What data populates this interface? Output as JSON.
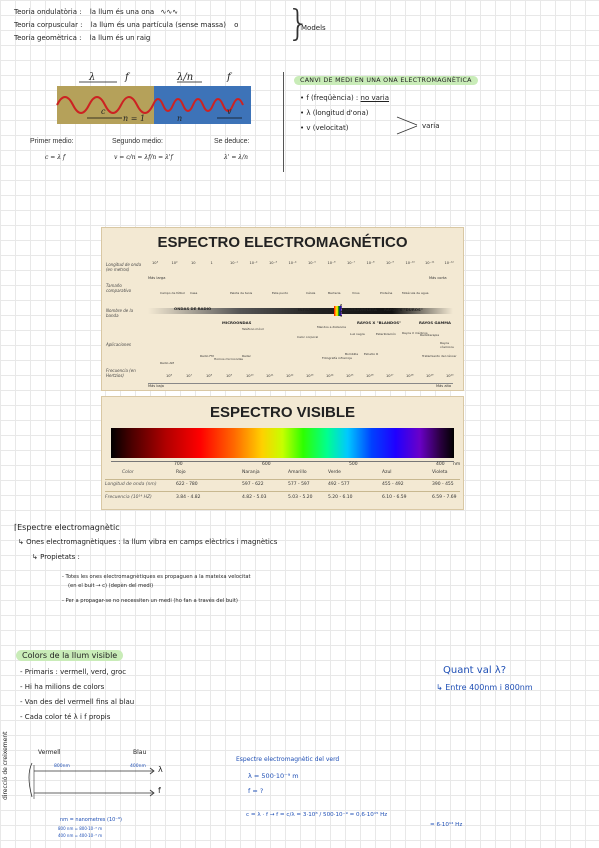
{
  "theories": [
    {
      "name": "Teoria ondulatòria :",
      "text": "la llum és una ona"
    },
    {
      "name": "Teoria corpuscular :",
      "text": "la llum és una partícula (sense massa)"
    },
    {
      "name": "Teoria geomètrica :",
      "text": "la llum és un raig"
    }
  ],
  "models_label": "Models",
  "or_symbol": "o",
  "wave_diagram": {
    "lambda": "λ",
    "f1": "f",
    "lambda_n": "λ/n",
    "f2": "f",
    "c": "c",
    "n_eq_1": "n = 1",
    "n": "n",
    "v": "v",
    "col1_title": "Primer medio:",
    "col1_eq": "c = λ f",
    "col2_title": "Segundo medio:",
    "col2_eq": "v = c/n = λf/n = λ'f",
    "col3_title": "Se deduce:",
    "col3_eq": "λ' = λ/n",
    "colors": {
      "medium1": "#b5a15a",
      "medium2": "#3d73b8",
      "wave": "#cc2222"
    }
  },
  "medium_change": {
    "title": "CANVI DE MEDI EN UNA ONA ELECTROMAGNÈTICA",
    "items": [
      {
        "label": "f (freqüència) :",
        "value": "no varia"
      },
      {
        "label": "λ (longitud d'ona)",
        "value": ""
      },
      {
        "label": "v (velocitat)",
        "value": ""
      }
    ],
    "varia": "varia"
  },
  "em_spectrum": {
    "title": "ESPECTRO ELECTROMAGNÉTICO",
    "row_labels": [
      "Longitud de onda (en metros)",
      "Tamaño comparativo",
      "Nombre de la banda",
      "Aplicaciones",
      "Frecuencia (en Hertzios)"
    ],
    "wavelength_ticks": [
      "10³",
      "10²",
      "10",
      "1",
      "10⁻¹",
      "10⁻²",
      "10⁻³",
      "10⁻⁴",
      "10⁻⁵",
      "10⁻⁶",
      "10⁻⁷",
      "10⁻⁸",
      "10⁻⁹",
      "10⁻¹⁰",
      "10⁻¹¹",
      "10⁻¹²"
    ],
    "freq_ticks": [
      "10⁶",
      "10⁷",
      "10⁸",
      "10⁹",
      "10¹⁰",
      "10¹¹",
      "10¹²",
      "10¹³",
      "10¹⁴",
      "10¹⁵",
      "10¹⁶",
      "10¹⁷",
      "10¹⁸",
      "10¹⁹",
      "10²⁰"
    ],
    "long_left": "Más larga",
    "long_right": "Más corta",
    "low_left": "Más baja",
    "high_right": "Más alta",
    "sizes": [
      "Campo de fútbol",
      "Casa",
      "Pelota de tenis",
      "Este punto",
      "Célula",
      "Bacteria",
      "Virus",
      "Proteína",
      "Molécula de agua"
    ],
    "bands": [
      "ONDAS DE RADIO",
      "MICROONDAS",
      "INFRARROJO",
      "VISIBLE",
      "ULTRAVIOLETA",
      "RAYOS X \"DUROS\"",
      "RAYOS X \"BLANDOS\"",
      "RAYOS GAMMA"
    ],
    "apps": [
      "Radio AM",
      "Radio FM",
      "Hornos microondas",
      "Radar",
      "Teléfono móvil",
      "Calor corporal",
      "Mandos a distancia",
      "Bombilla",
      "Luz negra",
      "Estudio R",
      "Esterilización",
      "Rayos X médicos",
      "Radioterapia",
      "Tratamiento del cáncer",
      "Rayos cósmicos",
      "Fotografía infrarroja"
    ]
  },
  "visible_spectrum": {
    "title": "ESPECTRO VISIBLE",
    "scale": [
      "700",
      "600",
      "500",
      "400"
    ],
    "scale_unit": "nm",
    "color_row_label": "Color",
    "wl_row_label": "Longitud de onda (nm)",
    "fr_row_label": "Frecuencia (10¹⁴ HZ)",
    "columns": [
      {
        "color": "Rojo",
        "wl": "622 - 780",
        "fr": "3.84 - 4.82"
      },
      {
        "color": "Naranja",
        "wl": "597 - 622",
        "fr": "4.82 - 5.03"
      },
      {
        "color": "Amarillo",
        "wl": "577 - 597",
        "fr": "5.03 - 5.20"
      },
      {
        "color": "Verde",
        "wl": "492 - 577",
        "fr": "5.20 - 6.10"
      },
      {
        "color": "Azul",
        "wl": "455 - 492",
        "fr": "6.10 - 6.59"
      },
      {
        "color": "Violeta",
        "wl": "390 - 455",
        "fr": "6.59 - 7.69"
      }
    ]
  },
  "em_notes": {
    "heading": "Espectre electromagnètic",
    "line1": "Ones electromagnètiques : la llum vibra en camps elèctrics i magnètics",
    "props_title": "Propietats :",
    "prop1a": "Totes les ones electromagnètiques es propaguen a la mateixa velocitat",
    "prop1b": "(en el buit → c) (depèn del medi)",
    "prop2": "Per a propagar-se no necessiten un medi (ho fan a través del buit)"
  },
  "colors_section": {
    "heading": "Colors de la llum visible",
    "items": [
      "Primaris : vermell, verd, groc",
      "Hi ha milions de colors",
      "Van des del vermell fins al blau",
      "Cada color té λ i f propis"
    ]
  },
  "question": {
    "q": "Quant val λ?",
    "a": "Entre 400nm i 800nm"
  },
  "axis_sketch": {
    "vertical_label": "direcció de creixement",
    "vermell": "Vermell",
    "blau": "Blau",
    "nm800": "800nm",
    "nm400": "400nm",
    "lambda": "λ",
    "f": "f",
    "nm_def": "nm = nanometres (10⁻⁹)",
    "nm800_def": "800 nm = 800·10⁻⁹ m",
    "nm400_def": "400 nm = 400·10⁻⁹ m"
  },
  "green_calc": {
    "title": "Espectre electromagnètic del verd",
    "lambda_val": "λ = 500·10⁻⁹ m",
    "f_q": "f = ?",
    "eq": "c = λ · f → f = c/λ = 3·10⁸ / 500·10⁻⁹ = 0,6·10¹⁵ Hz",
    "eq2": "= 6·10¹⁴ Hz"
  }
}
